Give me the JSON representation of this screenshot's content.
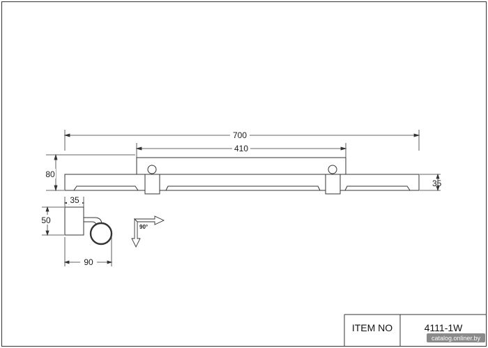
{
  "dimensions": {
    "overall_length": "700",
    "mount_spacing": "410",
    "height": "80",
    "bar_depth": "35",
    "side_width": "35",
    "side_height": "50",
    "side_projection": "90",
    "rotation": "90°"
  },
  "title_block": {
    "label": "ITEM NO",
    "value": "4111-1W"
  },
  "watermark": "catalog.onliner.by"
}
